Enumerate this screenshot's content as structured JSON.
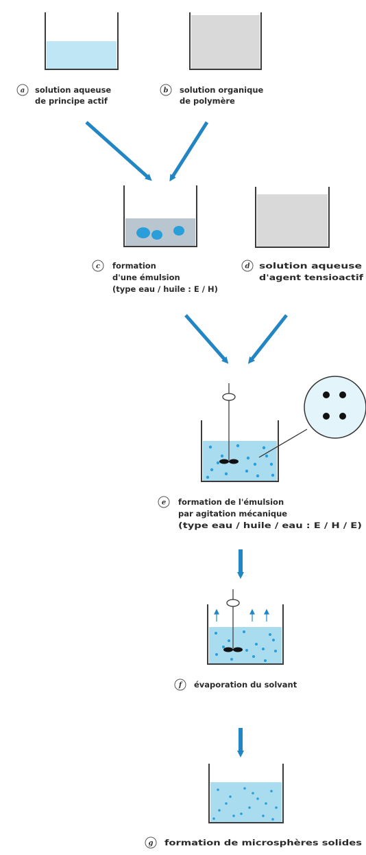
{
  "colors": {
    "water": "#bfe6f5",
    "water_mid": "#aadcf0",
    "organic": "#d9d9d9",
    "emulsion_base": "#b9c6cf",
    "droplet": "#2a9ed8",
    "arrow": "#2386c4",
    "vessel": "#3a3a3a",
    "zoom_fill": "#e3f4fa",
    "stirrer": "#111111"
  },
  "steps": [
    {
      "id": "a",
      "letter": "a",
      "vessel": "aqueous-solution",
      "lines": [
        "solution aqueuse",
        "de principe actif"
      ]
    },
    {
      "id": "b",
      "letter": "b",
      "vessel": "organic-solution",
      "lines": [
        "solution organique",
        "de polymère"
      ]
    },
    {
      "id": "c",
      "letter": "c",
      "vessel": "primary-emulsion",
      "lines": [
        "formation",
        "d'une émulsion",
        "(type eau / huile : E / H)"
      ]
    },
    {
      "id": "d",
      "letter": "d",
      "vessel": "surfactant-solution",
      "lines": [
        "solution aqueuse",
        "d'agent tensioactif"
      ]
    },
    {
      "id": "e",
      "letter": "e",
      "vessel": "double-emulsion-stirred",
      "lines": [
        "formation de l'émulsion",
        "par agitation mécanique",
        "(type eau / huile / eau : E / H / E)"
      ]
    },
    {
      "id": "f",
      "letter": "f",
      "vessel": "solvent-evaporation",
      "lines": [
        "évaporation du solvant"
      ]
    },
    {
      "id": "g",
      "letter": "g",
      "vessel": "solid-microspheres",
      "lines": [
        "formation de microsphères solides"
      ]
    }
  ]
}
